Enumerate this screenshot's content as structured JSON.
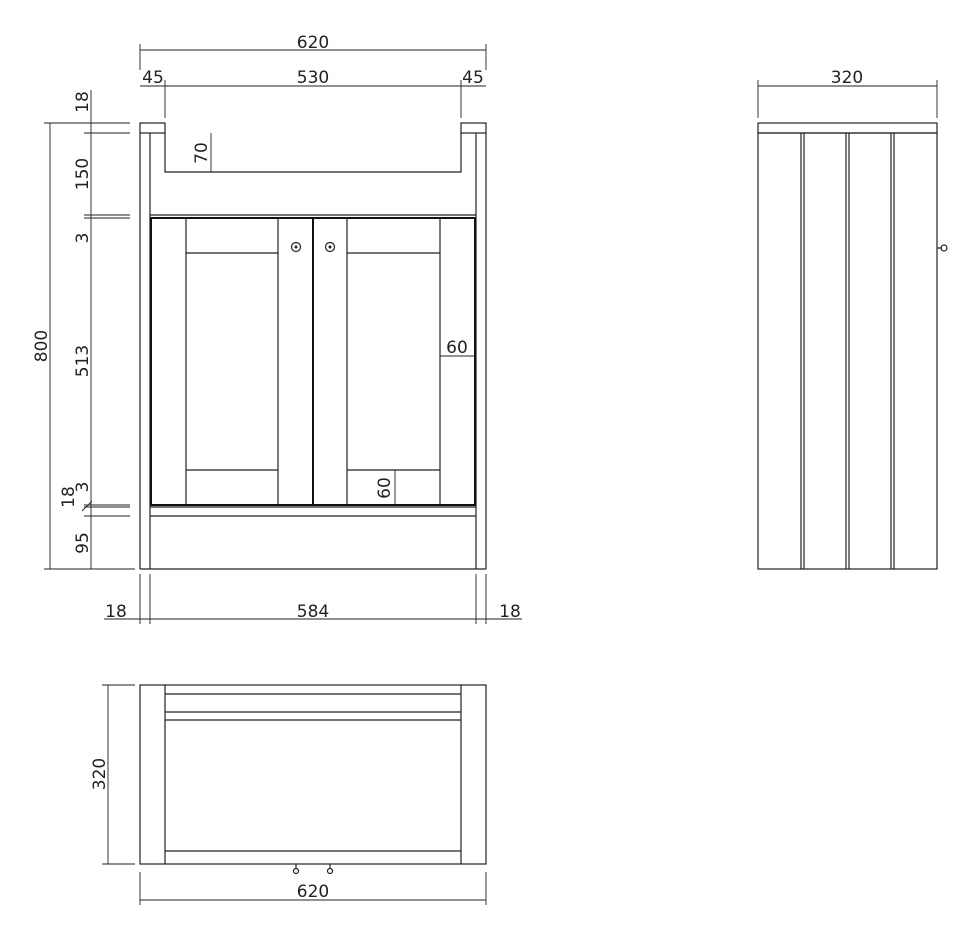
{
  "front_view": {
    "overall_width": "620",
    "side_left": "45",
    "basin_width": "530",
    "side_right": "45",
    "top_thickness": "18",
    "basin_depth": "70",
    "overall_height": "800",
    "top_section": "150",
    "gap_top": "3",
    "door_height": "513",
    "gap_bottom": "3",
    "bottom_rail": "18",
    "plinth": "95",
    "door_stile": "60",
    "door_rail": "60",
    "left_panel": "18",
    "inner_width": "584",
    "right_panel": "18"
  },
  "side_view": {
    "depth": "320"
  },
  "plan_view": {
    "depth": "320",
    "width": "620"
  },
  "colors": {
    "line": "#222222",
    "background": "#ffffff"
  }
}
